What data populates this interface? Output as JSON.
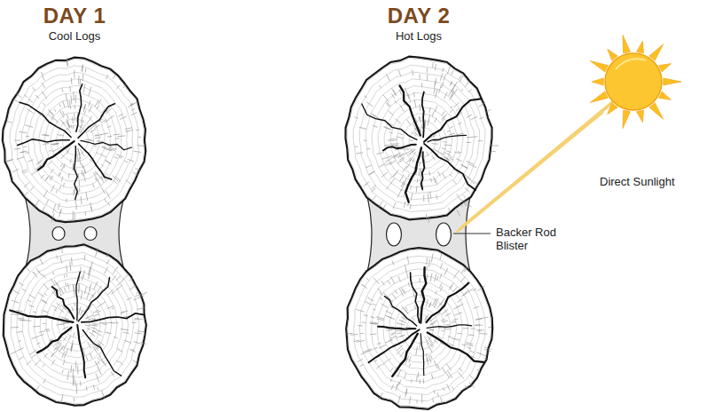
{
  "diagram": {
    "labels": [
      "DAY 1",
      "Cool Logs",
      "DAY 2",
      "Hot Logs",
      "Direct Sunlight",
      "Backer Rod Blister"
    ]
  }
}
